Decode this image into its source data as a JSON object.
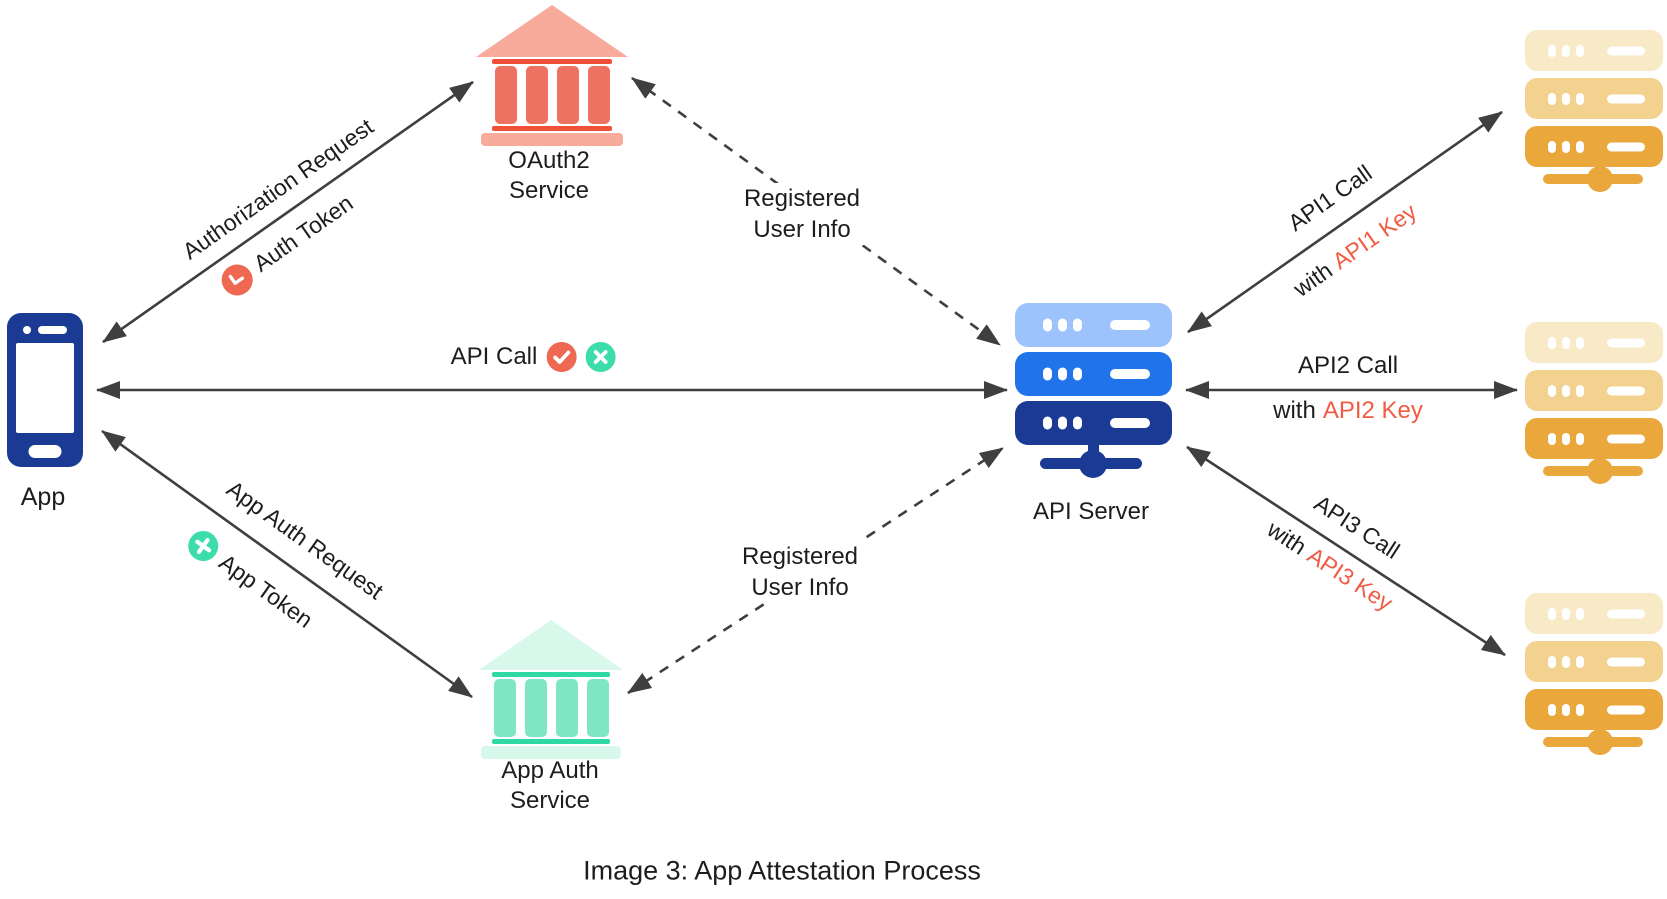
{
  "caption": "Image 3: App Attestation Process",
  "palette": {
    "navy": "#1a3a94",
    "blue": "#2173e9",
    "light_blue": "#9cc3fc",
    "salmon": "#ee7261",
    "salmon_light": "#f8aa9b",
    "red_accent": "#f04f38",
    "mint": "#7fe6c3",
    "mint_light": "#d9f8ec",
    "teal_accent": "#2ed9a3",
    "teal_icon": "#3cdcab",
    "orange_icon": "#ee6852",
    "key_text_red": "#f15b43",
    "gold_light": "#f8e9c7",
    "gold_mid": "#f2d28e",
    "gold_dark": "#e9a73c",
    "arrow": "#3f3f3f",
    "text": "#1d1d1d"
  },
  "nodes": {
    "app": {
      "label": "App"
    },
    "oauth2_service": {
      "label_line1": "OAuth2",
      "label_line2": "Service"
    },
    "app_auth_service": {
      "label_line1": "App Auth",
      "label_line2": "Service"
    },
    "api_server": {
      "label": "API Server"
    }
  },
  "edges": {
    "app_oauth2": {
      "label_above": "Authorization Request",
      "label_below": "Auth Token",
      "icon": "clock-icon",
      "style": "solid-double-arrow"
    },
    "app_api_server": {
      "label": "API Call",
      "icons": [
        "check-icon",
        "cross-icon"
      ],
      "style": "solid-double-arrow"
    },
    "app_app_auth": {
      "label_above": "App Auth Request",
      "label_below": "App Token",
      "icon": "plus-icon",
      "style": "solid-double-arrow"
    },
    "oauth2_api_server": {
      "label_line1": "Registered",
      "label_line2": "User Info",
      "style": "dashed-double-arrow"
    },
    "app_auth_api_server": {
      "label_line1": "Registered",
      "label_line2": "User Info",
      "style": "dashed-double-arrow"
    },
    "api1": {
      "label_above": "API1 Call",
      "with": "with",
      "key": "API1 Key",
      "style": "solid-double-arrow"
    },
    "api2": {
      "label_above": "API2 Call",
      "with": "with",
      "key": "API2 Key",
      "style": "solid-double-arrow"
    },
    "api3": {
      "label_above": "API3 Call",
      "with": "with",
      "key": "API3 Key",
      "style": "solid-double-arrow"
    }
  }
}
